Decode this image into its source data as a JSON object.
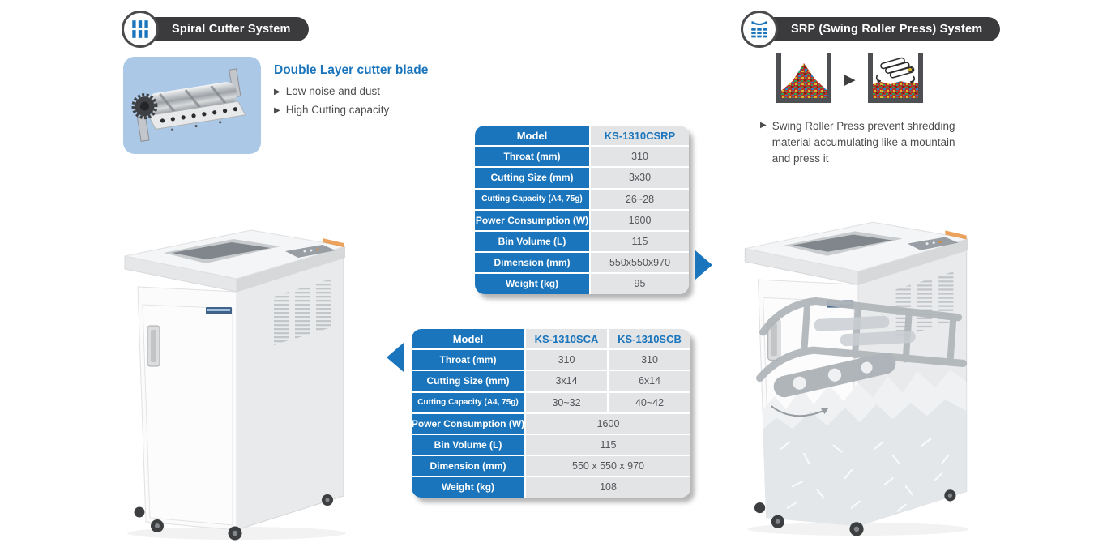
{
  "colors": {
    "accent_blue": "#1a75bc",
    "pill_dark": "#3b3b3d",
    "cell_gray": "#e3e4e6",
    "text_gray": "#4c4c4e",
    "blade_bg": "#abc8e6"
  },
  "left_section": {
    "header_label": "Spiral Cutter System",
    "feature_title": "Double Layer cutter blade",
    "bullets": [
      {
        "label": "Low noise and dust"
      },
      {
        "label": "High Cutting capacity"
      }
    ]
  },
  "right_section": {
    "header_label": "SRP (Swing Roller Press) System",
    "bullet": "Swing Roller Press prevent shredding material accumulating like a mountain and press it"
  },
  "table_csrp": {
    "model_header": "Model",
    "model_name": "KS-1310CSRP",
    "rows": [
      {
        "label": "Throat (mm)",
        "value": "310"
      },
      {
        "label": "Cutting Size (mm)",
        "value": "3x30"
      },
      {
        "label": "Cutting Capacity (A4, 75g)",
        "value": "26~28"
      },
      {
        "label": "Power Consumption (W)",
        "value": "1600"
      },
      {
        "label": "Bin Volume (L)",
        "value": "115"
      },
      {
        "label": "Dimension (mm)",
        "value": "550x550x970"
      },
      {
        "label": "Weight (kg)",
        "value": "95"
      }
    ]
  },
  "table_sc": {
    "model_header": "Model",
    "model_a": "KS-1310SCA",
    "model_b": "KS-1310SCB",
    "split_rows": [
      {
        "label": "Throat (mm)",
        "a": "310",
        "b": "310"
      },
      {
        "label": "Cutting Size (mm)",
        "a": "3x14",
        "b": "6x14"
      },
      {
        "label": "Cutting Capacity (A4, 75g)",
        "a": "30~32",
        "b": "40~42"
      }
    ],
    "merged_rows": [
      {
        "label": "Power Consumption (W)",
        "value": "1600"
      },
      {
        "label": "Bin Volume (L)",
        "value": "115"
      },
      {
        "label": "Dimension (mm)",
        "value": "550 x 550 x 970"
      },
      {
        "label": "Weight (kg)",
        "value": "108"
      }
    ]
  }
}
